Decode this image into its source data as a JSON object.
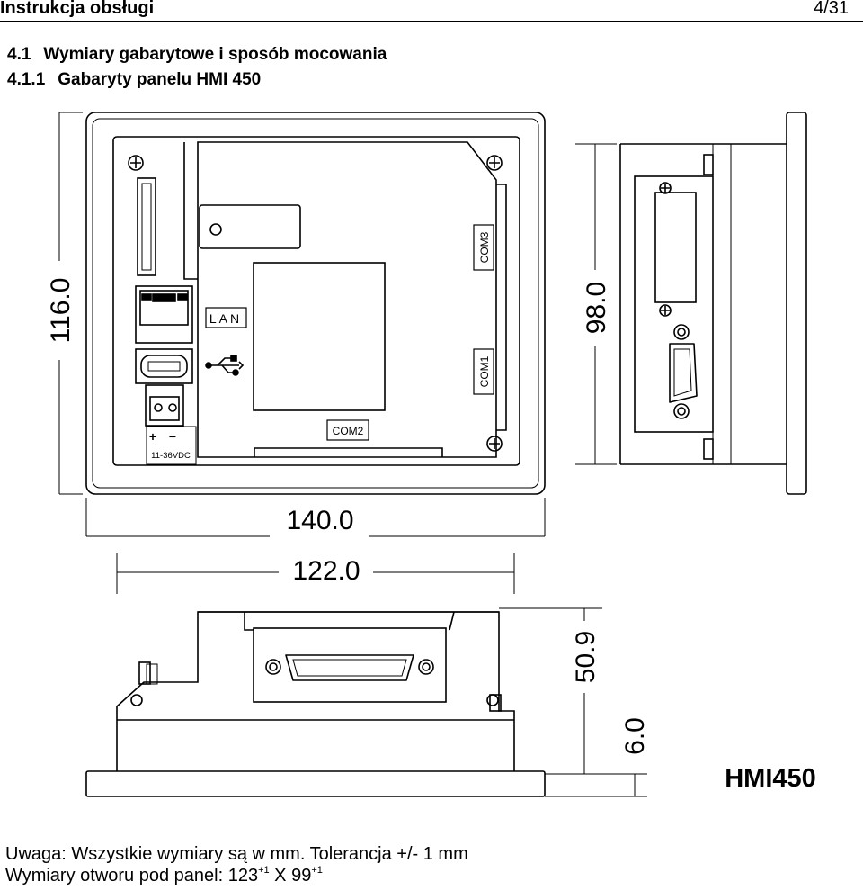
{
  "header": {
    "title": "Instrukcja obsługi",
    "page": "4/31"
  },
  "section": {
    "h1_num": "4.1",
    "h1_title": "Wymiary gabarytowe i sposób mocowania",
    "h2_num": "4.1.1",
    "h2_title": "Gabaryty panelu HMI 450"
  },
  "drawing": {
    "dim_height_front": "116.0",
    "dim_height_cutout": "98.0",
    "dim_width_total": "140.0",
    "dim_width_inner": "122.0",
    "dim_depth": "50.9",
    "dim_bezel": "6.0",
    "label_lan": "LAN",
    "label_com1": "COM1",
    "label_com2": "COM2",
    "label_com3": "COM3",
    "label_power": "11-36VDC",
    "label_plus": "+",
    "label_minus": "−",
    "model": "HMI450"
  },
  "notes": {
    "line1": "Uwaga: Wszystkie wymiary są w mm. Tolerancja +/- 1 mm",
    "line2_prefix": "Wymiary otworu pod panel: 123",
    "line2_sup1": "+1",
    "line2_mid": " X 99",
    "line2_sup2": "+1"
  }
}
